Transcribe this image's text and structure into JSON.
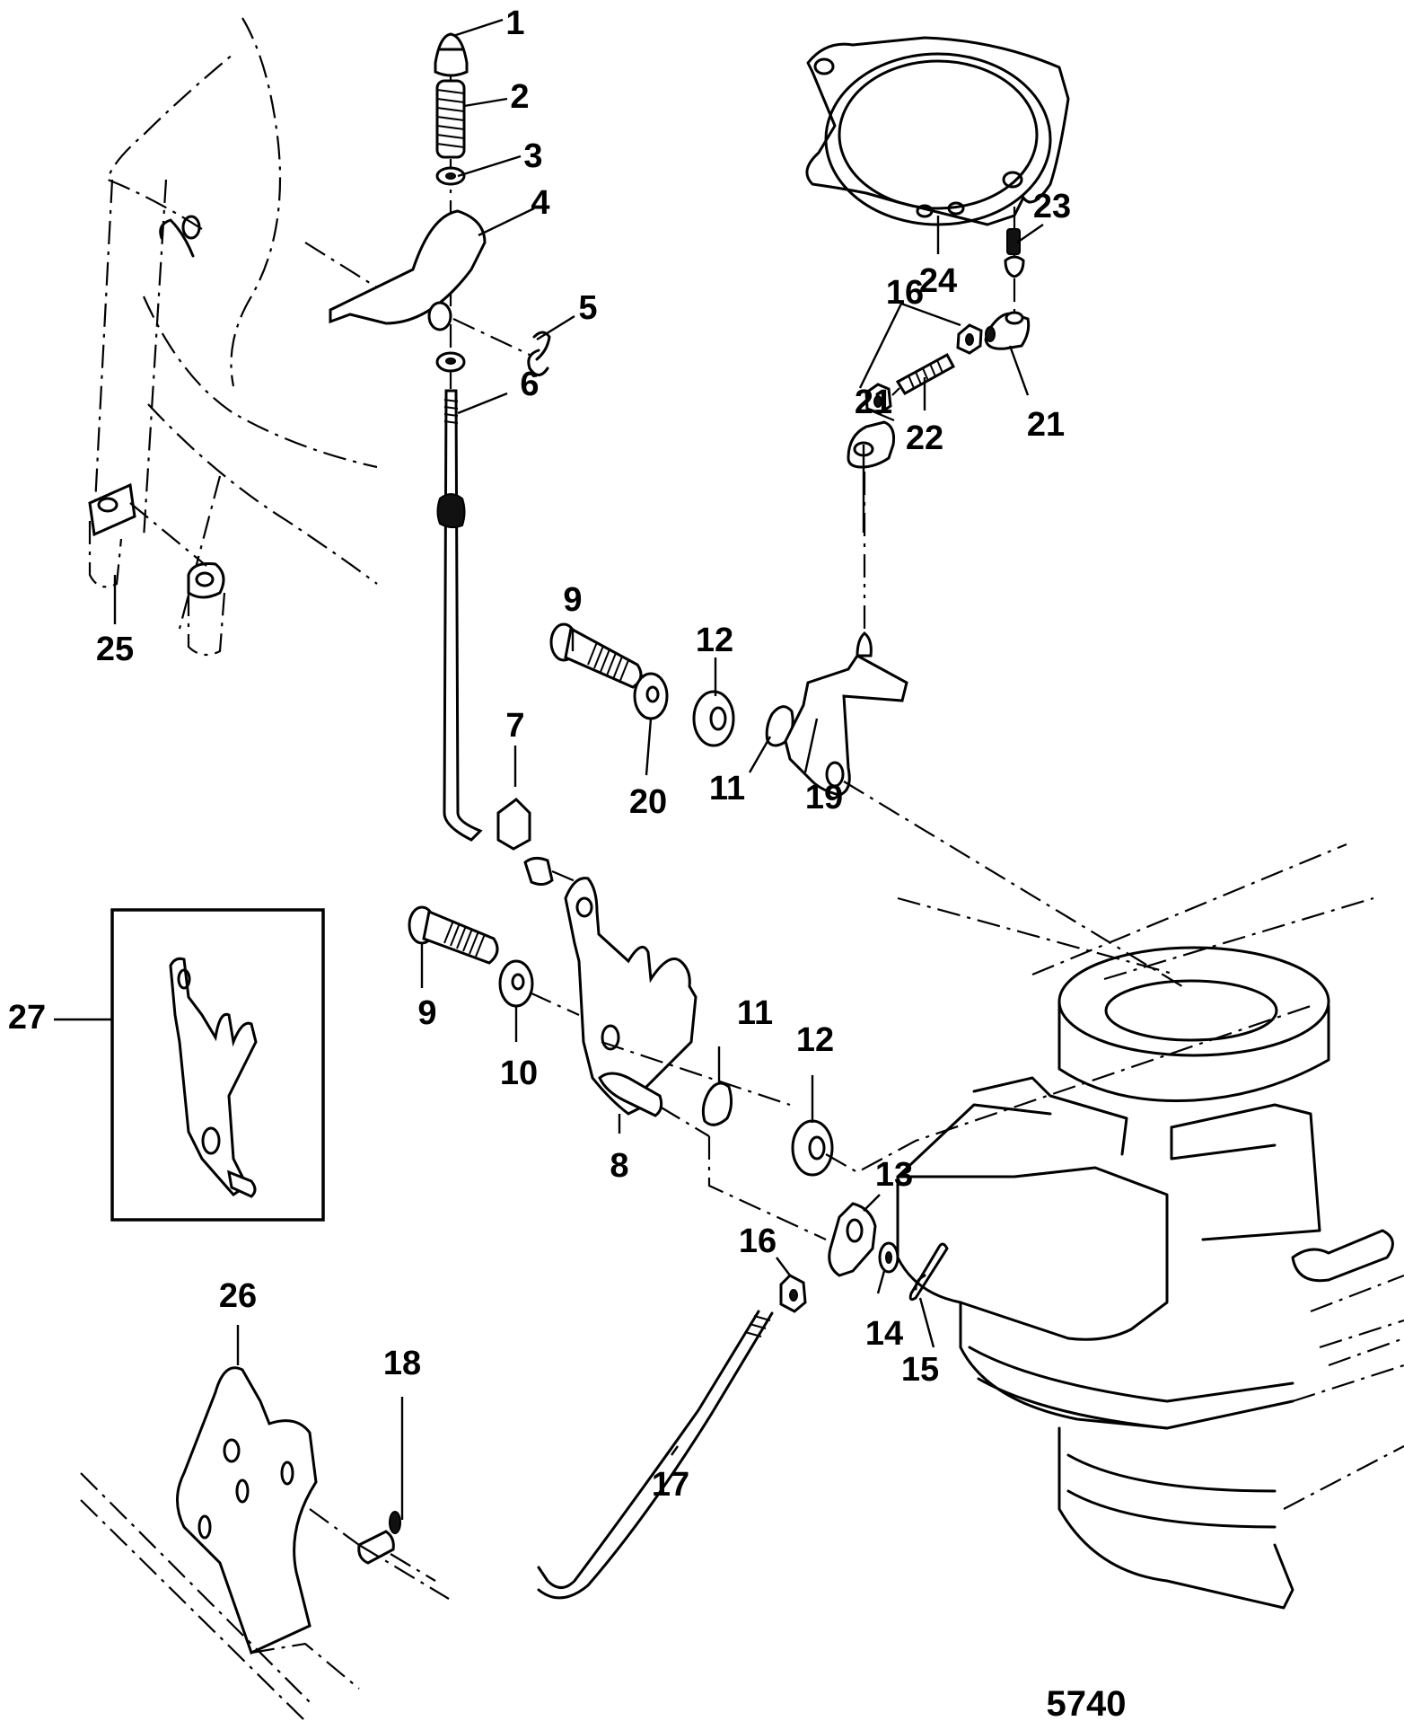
{
  "diagram": {
    "title": "Exploded parts diagram - shift / throttle linkage",
    "figure_number": "5740",
    "callouts": [
      {
        "id": "c1",
        "label": "1",
        "part": "acorn-nut"
      },
      {
        "id": "c2",
        "label": "2",
        "part": "spring"
      },
      {
        "id": "c3",
        "label": "3",
        "part": "washer"
      },
      {
        "id": "c4",
        "label": "4",
        "part": "shift-lever"
      },
      {
        "id": "c5",
        "label": "5",
        "part": "e-clip"
      },
      {
        "id": "c6",
        "label": "6",
        "part": "shift-rod"
      },
      {
        "id": "c7",
        "label": "7",
        "part": "rod-clip"
      },
      {
        "id": "c8",
        "label": "8",
        "part": "lever-bracket"
      },
      {
        "id": "c9a",
        "label": "9",
        "part": "shoulder-bolt-upper"
      },
      {
        "id": "c9b",
        "label": "9",
        "part": "shoulder-bolt-lower"
      },
      {
        "id": "c10",
        "label": "10",
        "part": "washer"
      },
      {
        "id": "c11a",
        "label": "11",
        "part": "wave-washer-upper"
      },
      {
        "id": "c11b",
        "label": "11",
        "part": "wave-washer-lower"
      },
      {
        "id": "c12a",
        "label": "12",
        "part": "bushing-upper"
      },
      {
        "id": "c12b",
        "label": "12",
        "part": "bushing-lower"
      },
      {
        "id": "c13",
        "label": "13",
        "part": "link-rod-end"
      },
      {
        "id": "c14",
        "label": "14",
        "part": "washer"
      },
      {
        "id": "c15",
        "label": "15",
        "part": "cotter-pin"
      },
      {
        "id": "c16a",
        "label": "16",
        "part": "nut-lower"
      },
      {
        "id": "c16b",
        "label": "16",
        "part": "nuts-upper"
      },
      {
        "id": "c17",
        "label": "17",
        "part": "link-rod"
      },
      {
        "id": "c18",
        "label": "18",
        "part": "swivel-fitting"
      },
      {
        "id": "c19",
        "label": "19",
        "part": "throttle-lever"
      },
      {
        "id": "c20",
        "label": "20",
        "part": "washer"
      },
      {
        "id": "c21a",
        "label": "21",
        "part": "ball-socket-left"
      },
      {
        "id": "c21b",
        "label": "21",
        "part": "ball-socket-right"
      },
      {
        "id": "c22",
        "label": "22",
        "part": "threaded-stud"
      },
      {
        "id": "c23",
        "label": "23",
        "part": "ball-stud"
      },
      {
        "id": "c24",
        "label": "24",
        "part": "mounting-plate"
      },
      {
        "id": "c25",
        "label": "25",
        "part": "bracket-housing"
      },
      {
        "id": "c26",
        "label": "26",
        "part": "anchor-bracket"
      },
      {
        "id": "c27",
        "label": "27",
        "part": "alternate-lever-inset"
      }
    ]
  }
}
